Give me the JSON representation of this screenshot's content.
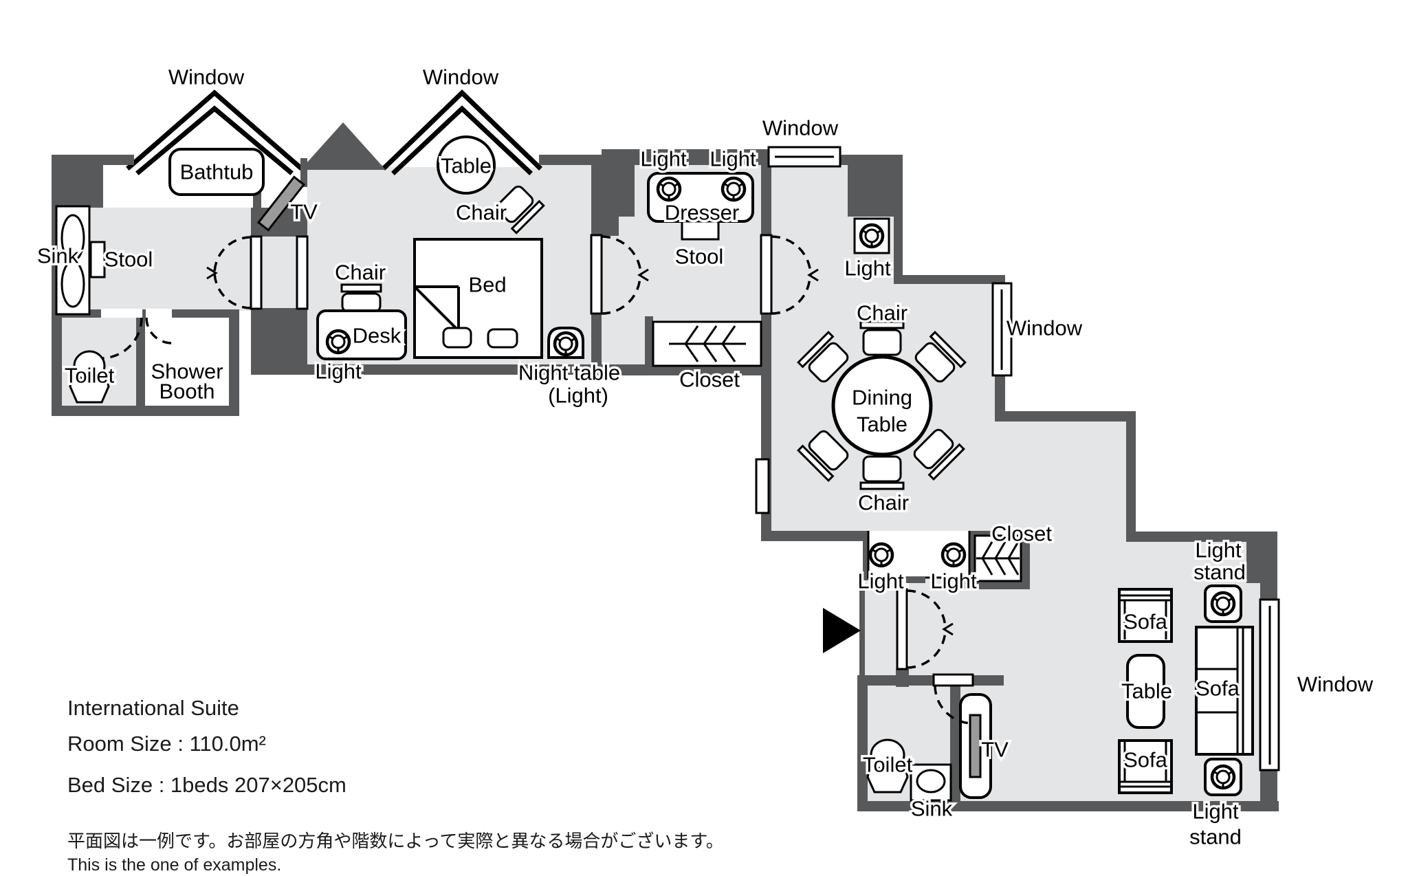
{
  "info": {
    "title": "International Suite",
    "room_size": "Room Size : 110.0m²",
    "bed_size": "Bed Size : 1beds 207×205cm",
    "note_jp": "平面図は一例です。お部屋の方角や階数によって実際と異なる場合がございます。",
    "note_en": "This is the one of examples."
  },
  "colors": {
    "wall": "#58595b",
    "floor": "#e4e5e7",
    "outline": "#000000",
    "tv_screen": "#9a9a9b",
    "background": "#ffffff"
  },
  "labels": [
    {
      "id": "window-bathroom",
      "text": "Window"
    },
    {
      "id": "window-bedroom",
      "text": "Window"
    },
    {
      "id": "window-dining-top",
      "text": "Window"
    },
    {
      "id": "window-dining-right",
      "text": "Window"
    },
    {
      "id": "window-living",
      "text": "Window"
    },
    {
      "id": "bathtub",
      "text": "Bathtub"
    },
    {
      "id": "sink-bath",
      "text": "Sink"
    },
    {
      "id": "stool-bath",
      "text": "Stool"
    },
    {
      "id": "toilet-bath",
      "text": "Toilet"
    },
    {
      "id": "shower-booth-1",
      "text": "Shower"
    },
    {
      "id": "shower-booth-2",
      "text": "Booth"
    },
    {
      "id": "tv-bedroom",
      "text": "TV"
    },
    {
      "id": "table-bedroom",
      "text": "Table"
    },
    {
      "id": "chair-window",
      "text": "Chair"
    },
    {
      "id": "chair-desk",
      "text": "Chair"
    },
    {
      "id": "desk",
      "text": "Desk"
    },
    {
      "id": "light-desk",
      "text": "Light"
    },
    {
      "id": "bed",
      "text": "Bed"
    },
    {
      "id": "night-table-1",
      "text": "Night table"
    },
    {
      "id": "night-table-2",
      "text": "(Light)"
    },
    {
      "id": "light-dresser-left",
      "text": "Light"
    },
    {
      "id": "light-dresser-right",
      "text": "Light"
    },
    {
      "id": "dresser",
      "text": "Dresser"
    },
    {
      "id": "stool-dresser",
      "text": "Stool"
    },
    {
      "id": "closet-corridor",
      "text": "Closet"
    },
    {
      "id": "light-dining",
      "text": "Light"
    },
    {
      "id": "chair-dining-top",
      "text": "Chair"
    },
    {
      "id": "dining-table-1",
      "text": "Dining"
    },
    {
      "id": "dining-table-2",
      "text": "Table"
    },
    {
      "id": "chair-dining-bottom",
      "text": "Chair"
    },
    {
      "id": "closet-living",
      "text": "Closet"
    },
    {
      "id": "light-entry-left",
      "text": "Light"
    },
    {
      "id": "light-entry-right",
      "text": "Light"
    },
    {
      "id": "light-stand-top-1",
      "text": "Light"
    },
    {
      "id": "light-stand-top-2",
      "text": "stand"
    },
    {
      "id": "sofa-top",
      "text": "Sofa"
    },
    {
      "id": "table-living",
      "text": "Table"
    },
    {
      "id": "sofa-right",
      "text": "Sofa"
    },
    {
      "id": "sofa-bottom",
      "text": "Sofa"
    },
    {
      "id": "light-stand-bottom-1",
      "text": "Light"
    },
    {
      "id": "light-stand-bottom-2",
      "text": "stand"
    },
    {
      "id": "toilet-living",
      "text": "Toilet"
    },
    {
      "id": "sink-living",
      "text": "Sink"
    },
    {
      "id": "tv-living",
      "text": "TV"
    }
  ]
}
